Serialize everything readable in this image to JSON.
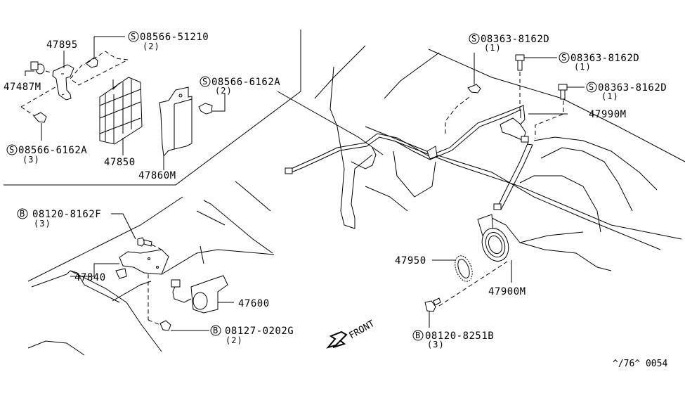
{
  "diagram": {
    "title": "Transfer / Speed Sensor Parts Diagram",
    "colors": {
      "line": "#000000",
      "background": "#ffffff"
    },
    "callouts": {
      "p47895": {
        "part": "47895"
      },
      "p47487M": {
        "part": "47487M"
      },
      "s08566_51210": {
        "symbol": "S",
        "part": "08566-51210",
        "qty": "(2)"
      },
      "s08566_6162A_2": {
        "symbol": "S",
        "part": "08566-6162A",
        "qty": "(2)"
      },
      "s08566_6162A_3": {
        "symbol": "S",
        "part": "08566-6162A",
        "qty": "(3)"
      },
      "p47850": {
        "part": "47850"
      },
      "p47860M": {
        "part": "47860M"
      },
      "s08363_a": {
        "symbol": "S",
        "part": "08363-8162D",
        "qty": "(1)"
      },
      "s08363_b": {
        "symbol": "S",
        "part": "08363-8162D",
        "qty": "(1)"
      },
      "s08363_c": {
        "symbol": "S",
        "part": "08363-8162D",
        "qty": "(1)"
      },
      "p47990M": {
        "part": "47990M"
      },
      "b08120_8162F": {
        "symbol": "B",
        "part": "08120-8162F",
        "qty": "(3)"
      },
      "p47840": {
        "part": "47840"
      },
      "p47600": {
        "part": "47600"
      },
      "b08127_0202G": {
        "symbol": "B",
        "part": "08127-0202G",
        "qty": "(2)"
      },
      "p47950": {
        "part": "47950"
      },
      "p47900M": {
        "part": "47900M"
      },
      "b08120_8251B": {
        "symbol": "B",
        "part": "08120-8251B",
        "qty": "(3)"
      }
    },
    "front_label": "FRONT",
    "icons": {
      "front_arrow": "arrow-left-down-icon"
    },
    "reference_code": "^/76^ 0054"
  }
}
